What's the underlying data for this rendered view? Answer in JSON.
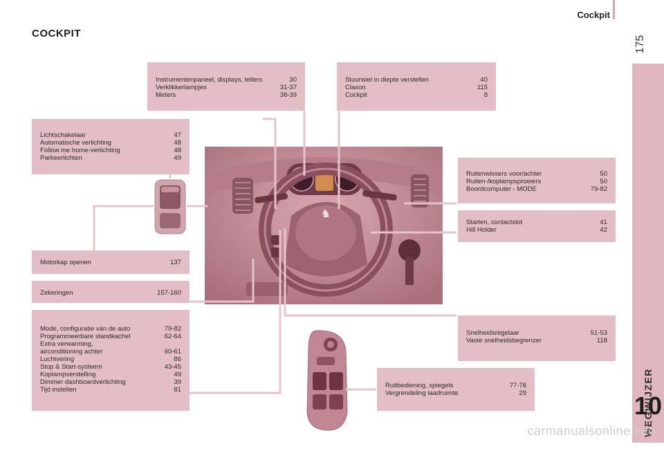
{
  "header": {
    "title": "Cockpit",
    "page_number": "175"
  },
  "section_title": "COCKPIT",
  "side_tab": {
    "label": "WEGWIJZER",
    "chapter": "10"
  },
  "boxes": {
    "instrument": [
      {
        "label": "Instrumentenpaneel, displays, tellers",
        "page": "30"
      },
      {
        "label": "Verklikkerlampjes",
        "page": "31-37"
      },
      {
        "label": "Meters",
        "page": "38-39"
      }
    ],
    "steering": [
      {
        "label": "Stuurwiel in diepte verstellen",
        "page": "40"
      },
      {
        "label": "Claxon",
        "page": "115"
      },
      {
        "label": "Cockpit",
        "page": "8"
      }
    ],
    "lights": [
      {
        "label": "Lichtschakelaar",
        "page": "47"
      },
      {
        "label": "Automatische verlichting",
        "page": "48"
      },
      {
        "label": "Follow me home-verlichting",
        "page": "48"
      },
      {
        "label": "Parkeerlichten",
        "page": "49"
      }
    ],
    "wipers": [
      {
        "label": "Ruitenwissers voor/achter",
        "page": "50"
      },
      {
        "label": "Ruiten-/koplampsproeiers",
        "page": "50"
      },
      {
        "label": "Boordcomputer - MODE",
        "page": "79-82"
      }
    ],
    "starting": [
      {
        "label": "Starten, contactslot",
        "page": "41"
      },
      {
        "label": "Hill Holder",
        "page": "42"
      }
    ],
    "bonnet": [
      {
        "label": "Motorkap openen",
        "page": "137"
      }
    ],
    "fuses": [
      {
        "label": "Zekeringen",
        "page": "157-160"
      }
    ],
    "modes": [
      {
        "label": "Mode, configuratie van de auto",
        "page": "79-82"
      },
      {
        "label": "Programmeerbare standkachel",
        "page": "62-64"
      },
      {
        "label": "Extra verwarming,",
        "page": ""
      },
      {
        "label": "airconditioning achter",
        "page": "60-61"
      },
      {
        "label": "Luchtvering",
        "page": "86"
      },
      {
        "label": "Stop & Start-systeem",
        "page": "43-45"
      },
      {
        "label": "Koplampverstelling",
        "page": "49"
      },
      {
        "label": "Dimmer dashboardverlichting",
        "page": "39"
      },
      {
        "label": "Tijd instellen",
        "page": "81"
      }
    ],
    "cruise": [
      {
        "label": "Snelheidsregelaar",
        "page": "51-53"
      },
      {
        "label": "Vaste snelheidsbegrenzer",
        "page": "118"
      }
    ],
    "windows": [
      {
        "label": "Ruitbediening, spiegels",
        "page": "77-78"
      },
      {
        "label": "Vergrendeling laadruimte",
        "page": "29"
      }
    ]
  },
  "watermark": "carmanualsonline.info",
  "colors": {
    "box": "#e3bec6",
    "side_tab": "#e0b7bf",
    "connector": "#e8c3cb",
    "photo": "#c98f9b"
  }
}
